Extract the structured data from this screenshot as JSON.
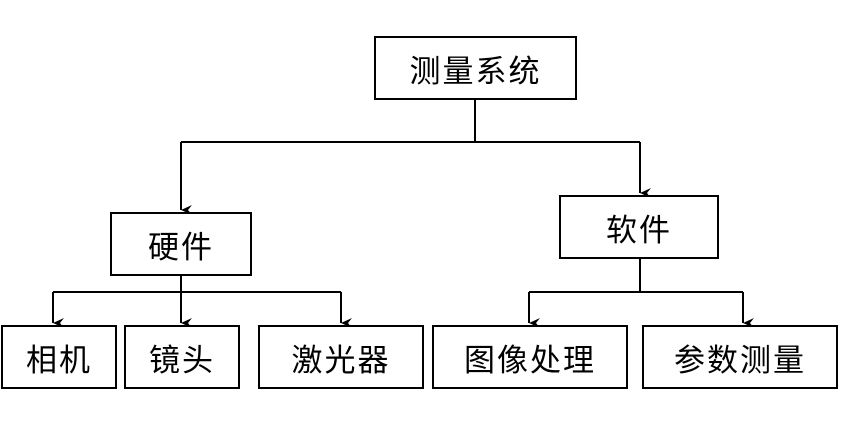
{
  "diagram": {
    "root": {
      "label": "测量系统"
    },
    "hardware": {
      "label": "硬件",
      "children": [
        "相机",
        "镜头",
        "激光器"
      ]
    },
    "software": {
      "label": "软件",
      "children": [
        "图像处理",
        "参数测量"
      ]
    }
  }
}
